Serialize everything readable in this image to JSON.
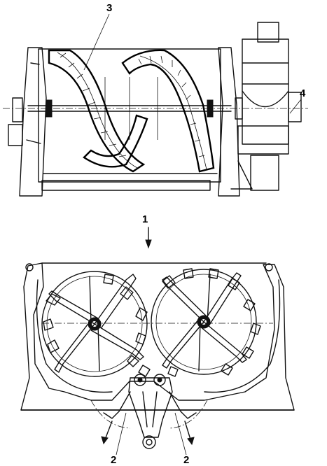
{
  "figure": {
    "top_view_labels": {
      "screw_ribbon": "3",
      "drive": "4"
    },
    "view_direction_label": "1",
    "section_view_labels": {
      "discharge_left": "2",
      "discharge_right": "2"
    }
  }
}
